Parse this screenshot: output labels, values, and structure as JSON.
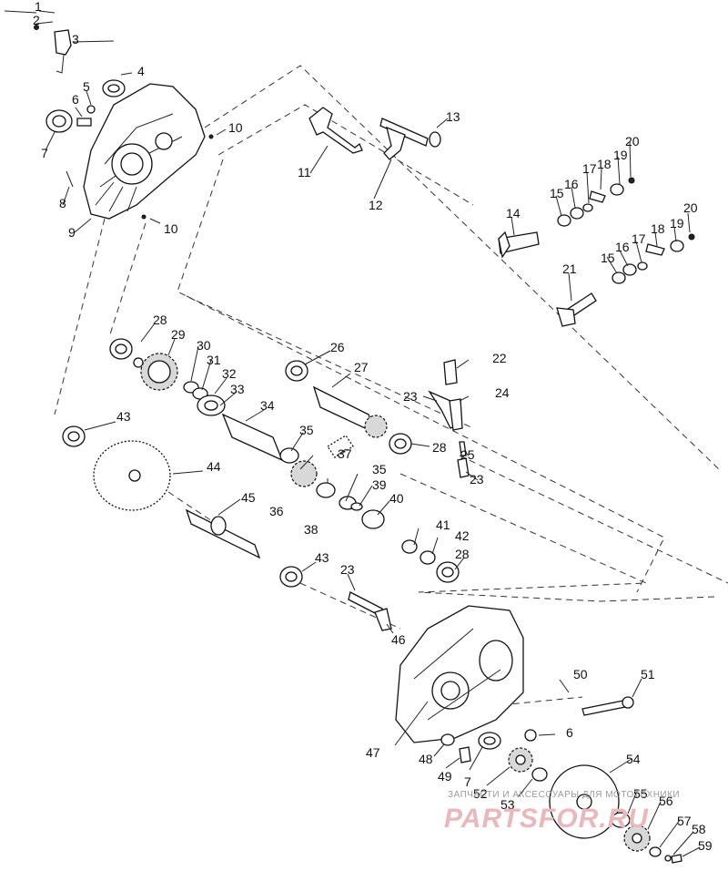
{
  "diagram": {
    "callouts": [
      "1",
      "2",
      "3",
      "4",
      "5",
      "6",
      "7",
      "8",
      "9",
      "10",
      "10",
      "11",
      "12",
      "13",
      "14",
      "15",
      "16",
      "17",
      "18",
      "19",
      "20",
      "15",
      "16",
      "17",
      "18",
      "19",
      "20",
      "21",
      "22",
      "23",
      "24",
      "25",
      "23",
      "26",
      "27",
      "28",
      "28",
      "28",
      "29",
      "30",
      "31",
      "32",
      "33",
      "34",
      "35",
      "35",
      "36",
      "37",
      "38",
      "39",
      "40",
      "41",
      "42",
      "43",
      "43",
      "44",
      "45",
      "23",
      "46",
      "47",
      "48",
      "49",
      "50",
      "51",
      "6",
      "7",
      "52",
      "53",
      "54",
      "55",
      "56",
      "57",
      "58",
      "59"
    ]
  },
  "watermark": {
    "caption": "ЗАПЧАСТИ И АКСЕССУАРЫ ДЛЯ МОТОТЕХНИКИ",
    "logo": "PARTSFOR.RU"
  }
}
